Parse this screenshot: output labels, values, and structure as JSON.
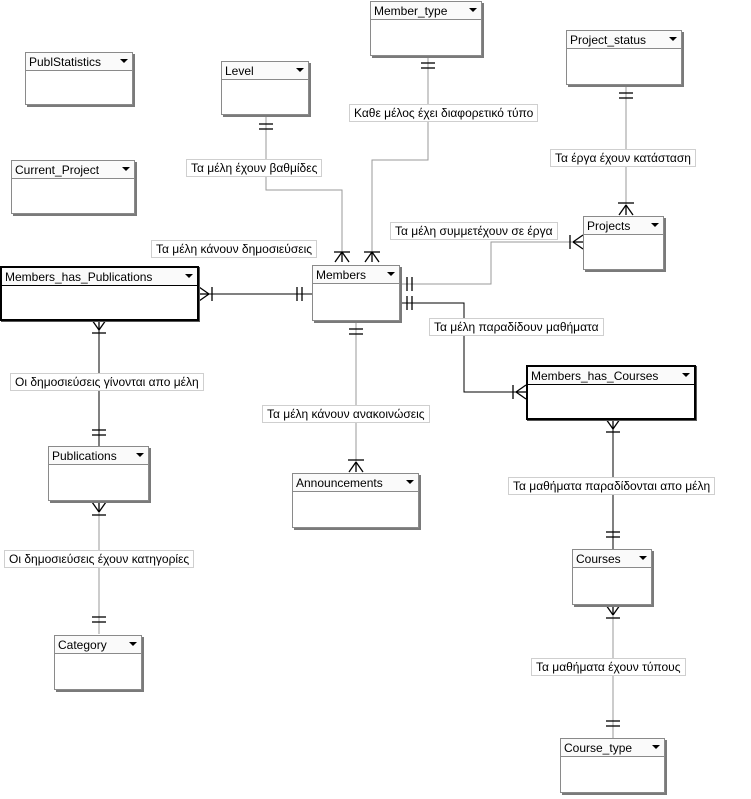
{
  "entities": {
    "publ_statistics": "PublStatistics",
    "current_project": "Current_Project",
    "level": "Level",
    "member_type": "Member_type",
    "project_status": "Project_status",
    "projects": "Projects",
    "members_has_publications": "Members_has_Publications",
    "members": "Members",
    "members_has_courses": "Members_has_Courses",
    "publications": "Publications",
    "announcements": "Announcements",
    "courses": "Courses",
    "category": "Category",
    "course_type": "Course_type"
  },
  "relationships": {
    "member_type": "Καθε μέλος έχει διαφορετικό τύπο",
    "level": "Τα μέλη έχουν βαθμίδες",
    "project_status": "Τα έργα έχουν κατάσταση",
    "projects": "Τα μέλη συμμετέχουν σε έργα",
    "publications_members": "Τα μέλη κάνουν δημοσιεύσεις",
    "courses_members": "Τα μέλη παραδίδουν μαθήματα",
    "publications_made": "Οι δημοσιεύσεις γίνονται απο μέλη",
    "announcements": "Τα μέλη κάνουν ανακοινώσεις",
    "courses_delivered": "Τα μαθήματα παραδίδονται απο μέλη",
    "publication_category": "Οι δημοσιεύσεις έχουν κατηγορίες",
    "course_types": "Τα μαθήματα έχουν τύπους"
  }
}
